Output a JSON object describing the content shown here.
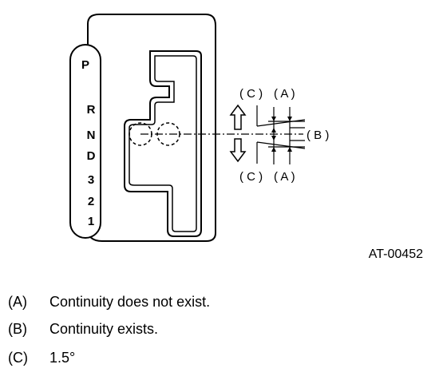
{
  "diagram": {
    "gear_positions": [
      "P",
      "R",
      "N",
      "D",
      "3",
      "2",
      "1"
    ],
    "callouts": {
      "top_left": "( C )",
      "top_right": "( A )",
      "right": "( B )",
      "bottom_left": "( C )",
      "bottom_right": "( A )"
    },
    "figure_id": "AT-00452"
  },
  "legend": [
    {
      "key": "(A)",
      "text": "Continuity does not exist."
    },
    {
      "key": "(B)",
      "text": "Continuity exists."
    },
    {
      "key": "(C)",
      "text": "1.5°"
    }
  ]
}
